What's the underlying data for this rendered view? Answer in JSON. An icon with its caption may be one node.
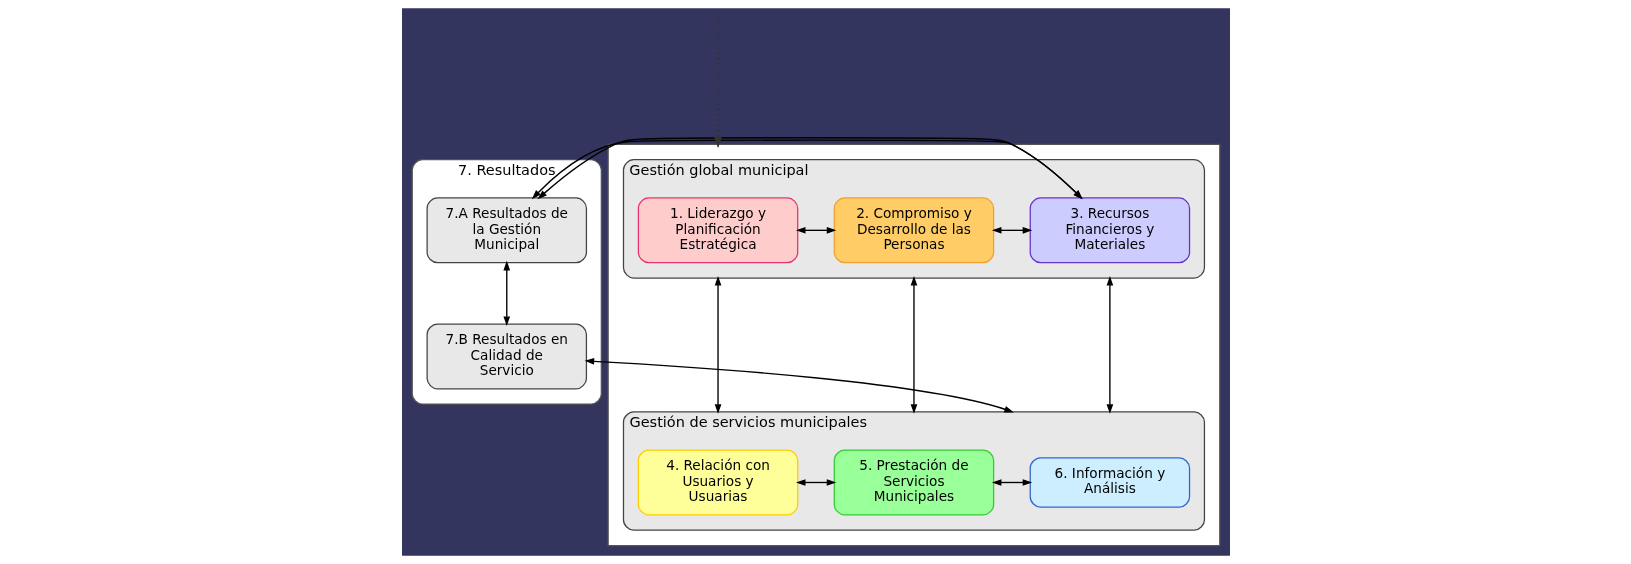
{
  "diagram": {
    "nodes": [
      {
        "text": [],
        "shape": "box"
      },
      {
        "text": [
          "Gestión global municipal"
        ],
        "in": 0
      },
      {
        "text": [
          "1. Liderazgo y Planificación Estratégica"
        ],
        "in": 1
      },
      {
        "text": [
          "2. Compromiso y Desarrollo de las Personas"
        ],
        "in": 1
      },
      {
        "text": [
          "3. Recursos Financieros y Materiales"
        ],
        "in": 1
      },
      {
        "text": [
          "Gestión de servicios municipales"
        ],
        "in": 0
      },
      {
        "text": [
          "4. Relación con Usuarios y Usuarias"
        ],
        "in": 5
      },
      {
        "text": [
          "5. Prestación de Servicios Municipales"
        ],
        "in": 5
      },
      {
        "text": [
          "6. Información y Análisis"
        ],
        "in": 5
      },
      {
        "text": [
          "7. Resultados"
        ]
      },
      {
        "text": [
          "7.A Resultados de la Gestión Municipal"
        ],
        "in": 9
      },
      {
        "text": [
          "7.B Resultados en Calidad de Servicio"
        ],
        "in": 9
      }
    ],
    "edges": [
      {
        "from": null,
        "to": 0,
        "arrow": "to",
        "style": "dashed"
      },
      {
        "from": 2,
        "to": 3,
        "arrow": "both"
      },
      {
        "from": 3,
        "to": 4,
        "arrow": "both"
      },
      {
        "from": 1,
        "to": 5,
        "arrow": "both"
      },
      {
        "from": 1,
        "to": 5,
        "arrow": "both"
      },
      {
        "from": 1,
        "to": 5,
        "arrow": "both"
      },
      {
        "from": 6,
        "to": 7,
        "arrow": "both"
      },
      {
        "from": 7,
        "to": 8,
        "arrow": "both"
      },
      {
        "from": 1,
        "to": 10,
        "arrow": "both"
      },
      {
        "from": 10,
        "to": 11,
        "arrow": "both"
      },
      {
        "from": 5,
        "to": 11,
        "arrow": "both"
      }
    ]
  }
}
